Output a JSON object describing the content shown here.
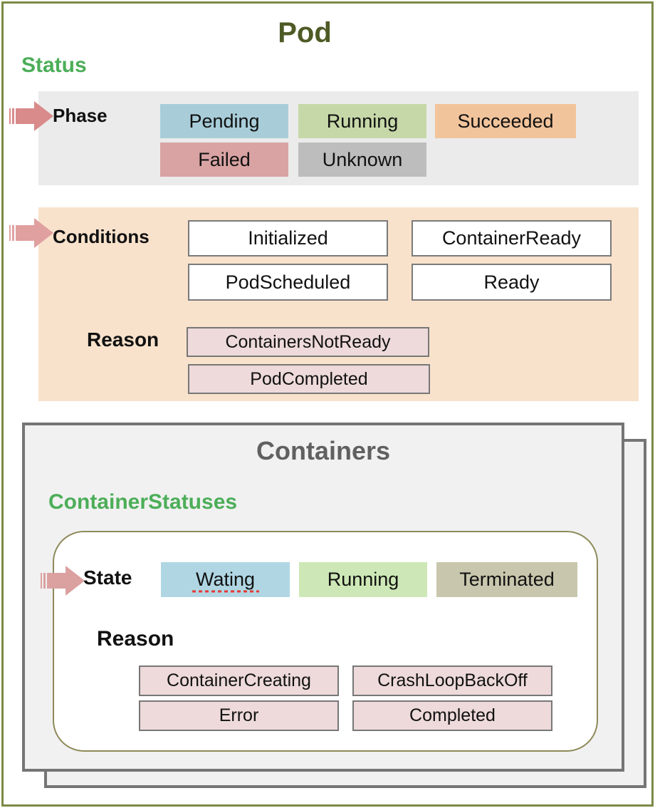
{
  "title": "Pod",
  "status": {
    "label": "Status",
    "phase": {
      "label": "Phase",
      "values": [
        "Pending",
        "Running",
        "Succeeded",
        "Failed",
        "Unknown"
      ],
      "colors": [
        "#a8cdd9",
        "#c6d8a8",
        "#f2c49b",
        "#d9a3a3",
        "#bdbdbd"
      ]
    },
    "conditions": {
      "label": "Conditions",
      "values": [
        "Initialized",
        "ContainerReady",
        "PodScheduled",
        "Ready"
      ],
      "reason_label": "Reason",
      "reasons": [
        "ContainersNotReady",
        "PodCompleted"
      ]
    }
  },
  "containers": {
    "title": "Containers",
    "statuses_label": "ContainerStatuses",
    "state": {
      "label": "State",
      "values": [
        "Wating",
        "Running",
        "Terminated"
      ],
      "colors": [
        "#b0d6e3",
        "#cde8b6",
        "#c8c7ad"
      ],
      "reason_label": "Reason",
      "reasons": [
        "ContainerCreating",
        "CrashLoopBackOff",
        "Error",
        "Completed"
      ]
    }
  },
  "colors": {
    "frame_border": "#7b8a47",
    "title": "#4e5a25",
    "status_text": "#4cae58",
    "phase_bg": "#ebebeb",
    "conditions_bg": "#f8e2cb",
    "arrow": "#d98a8a"
  },
  "icons": {
    "pointer_arrow": "right-block-arrow-icon",
    "spellcheck": "spellcheck-underline-icon"
  }
}
